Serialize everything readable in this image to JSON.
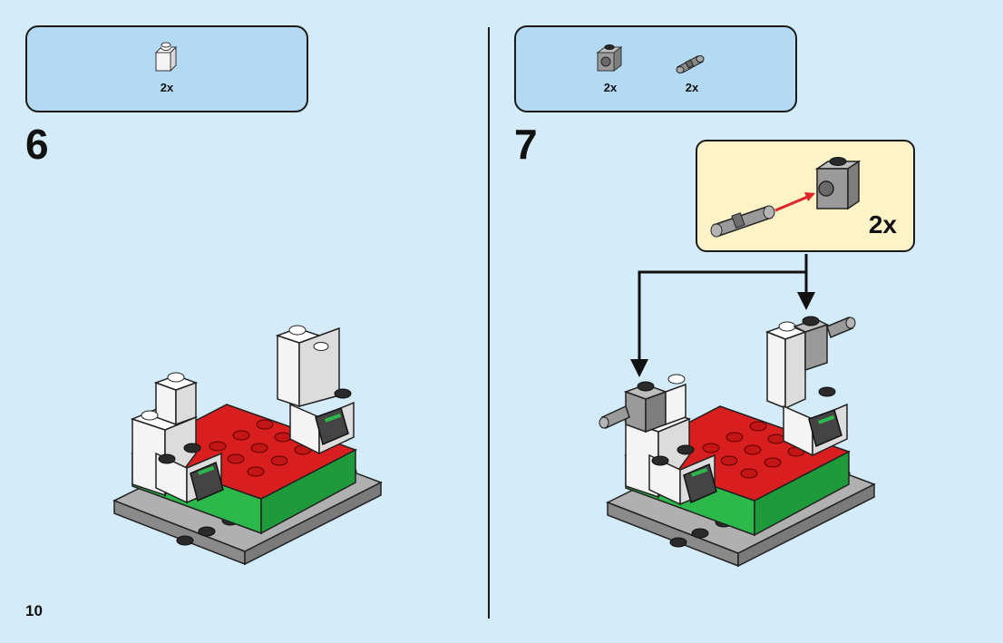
{
  "page": {
    "number": "10"
  },
  "steps": [
    {
      "number": "6",
      "parts": [
        {
          "icon": "white-brick-1x1-icon",
          "qty": "2x"
        }
      ]
    },
    {
      "number": "7",
      "parts": [
        {
          "icon": "grey-technic-brick-1x1-icon",
          "qty": "2x"
        },
        {
          "icon": "grey-technic-pin-icon",
          "qty": "2x"
        }
      ],
      "callout": {
        "qty": "2x"
      }
    }
  ],
  "colors": {
    "background": "#d4ecfa",
    "parts_box": "#b3d9f3",
    "callout": "#fdf3c7",
    "green": "#2db84b",
    "red": "#d81e1e",
    "white": "#f4f4f4",
    "grey": "#9a9a9a",
    "dark": "#2a2a2a",
    "arrow_red": "#e0242b"
  }
}
